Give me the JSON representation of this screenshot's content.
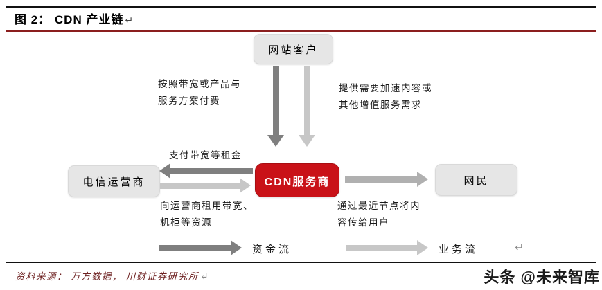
{
  "page": {
    "title": "图 2：  CDN 产业链",
    "title_return_mark": "↵",
    "source_note": "资料来源： 万方数据， 川财证券研究所",
    "source_return_mark": "↵",
    "watermark": "头条 @未来智库"
  },
  "diagram": {
    "nodes": {
      "website_customer": {
        "label": "网站客户"
      },
      "telecom_operator": {
        "label": "电信运营商"
      },
      "cdn_provider": {
        "label": "CDN服务商"
      },
      "netizen": {
        "label": "网民"
      }
    },
    "edge_labels": {
      "pay_by_bandwidth_or_product": "按照带宽或产品与\n服务方案付费",
      "provide_acceleration_demand": "提供需要加速内容或\n其他增值服务需求",
      "pay_bandwidth_rent": "支付带宽等租金",
      "rent_bandwidth_cabinet": "向运营商租用带宽、\n机柜等资源",
      "deliver_via_nearest_node": "通过最近节点将内\n容传给用户"
    },
    "legend": {
      "capital_flow": "资金流",
      "business_flow": "业务流",
      "return_mark": "↵"
    },
    "colors": {
      "cdn_box_red": "#c91218",
      "title_rule_red": "#8b1e1e",
      "top_bottom_rule_black": "#111111",
      "node_box_gray": "#e6e6e6",
      "arrow_dark_gray": "#7f7f7f",
      "arrow_light_gray": "#c7c7c7",
      "arrow_mid_gray": "#b0b0b0",
      "source_text_maroon": "#6f2323"
    }
  }
}
